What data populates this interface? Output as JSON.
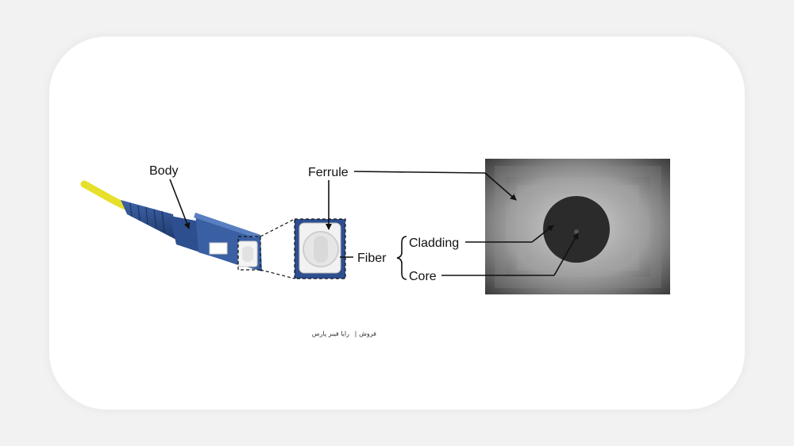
{
  "labels": {
    "body": "Body",
    "ferrule": "Ferrule",
    "fiber": "Fiber",
    "cladding": "Cladding",
    "core": "Core"
  },
  "caption": {
    "brand": "رایا فیبر پارس",
    "separator": "|",
    "sub": "فروش"
  },
  "colors": {
    "page_background": "#f2f2f2",
    "card_background": "#ffffff",
    "cable_yellow": "#e6e02a",
    "connector_blue": "#2d4f8f",
    "boot_blue": "#2a4a86",
    "ferrule_white": "#f2f2f2",
    "micrograph_dark": "#2a2a2a"
  },
  "icons": {
    "connector": "sc-fiber-connector-icon",
    "ferrule_zoom": "ferrule-zoom-icon",
    "fiber_cross_section": "fiber-cross-section-micrograph"
  }
}
